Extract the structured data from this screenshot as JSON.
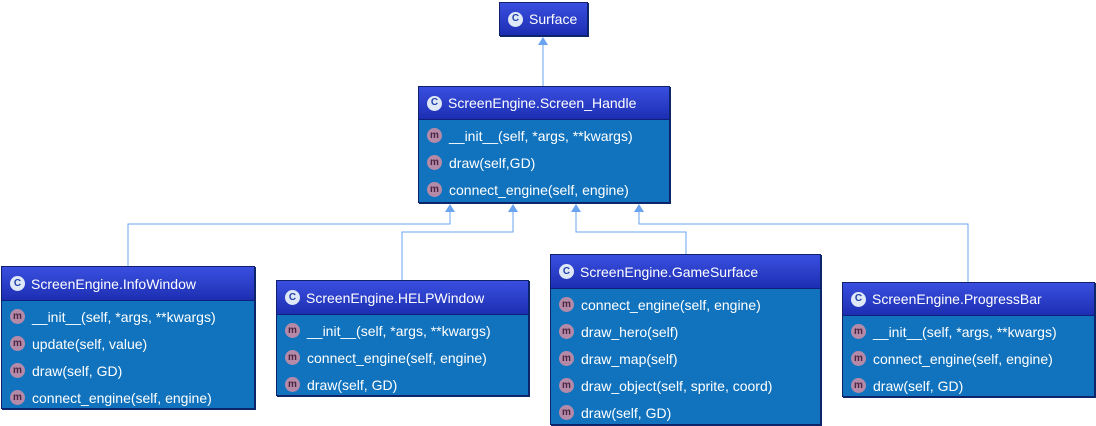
{
  "diagram": {
    "classes": [
      {
        "id": "surface",
        "title": "Surface",
        "methods": []
      },
      {
        "id": "screen-handle",
        "title": "ScreenEngine.Screen_Handle",
        "methods": [
          "__init__(self, *args, **kwargs)",
          "draw(self,GD)",
          "connect_engine(self, engine)"
        ]
      },
      {
        "id": "info-window",
        "title": "ScreenEngine.InfoWindow",
        "methods": [
          "__init__(self, *args, **kwargs)",
          "update(self, value)",
          "draw(self, GD)",
          "connect_engine(self, engine)"
        ]
      },
      {
        "id": "help-window",
        "title": "ScreenEngine.HELPWindow",
        "methods": [
          "__init__(self, *args, **kwargs)",
          "connect_engine(self, engine)",
          "draw(self, GD)"
        ]
      },
      {
        "id": "game-surface",
        "title": "ScreenEngine.GameSurface",
        "methods": [
          "connect_engine(self, engine)",
          "draw_hero(self)",
          "draw_map(self)",
          "draw_object(self, sprite, coord)",
          "draw(self, GD)"
        ]
      },
      {
        "id": "progress-bar",
        "title": "ScreenEngine.ProgressBar",
        "methods": [
          "__init__(self, *args, **kwargs)",
          "connect_engine(self, engine)",
          "draw(self, GD)"
        ]
      }
    ],
    "relations": [
      {
        "from": "screen-handle",
        "to": "surface",
        "type": "inheritance"
      },
      {
        "from": "info-window",
        "to": "screen-handle",
        "type": "inheritance"
      },
      {
        "from": "help-window",
        "to": "screen-handle",
        "type": "inheritance"
      },
      {
        "from": "game-surface",
        "to": "screen-handle",
        "type": "inheritance"
      },
      {
        "from": "progress-bar",
        "to": "screen-handle",
        "type": "inheritance"
      }
    ],
    "icons": {
      "class_icon": "C",
      "method_icon": "m"
    },
    "colors": {
      "box": "#1173bd",
      "header": "#2a3fcf",
      "edge": "#5b9ef0"
    }
  }
}
